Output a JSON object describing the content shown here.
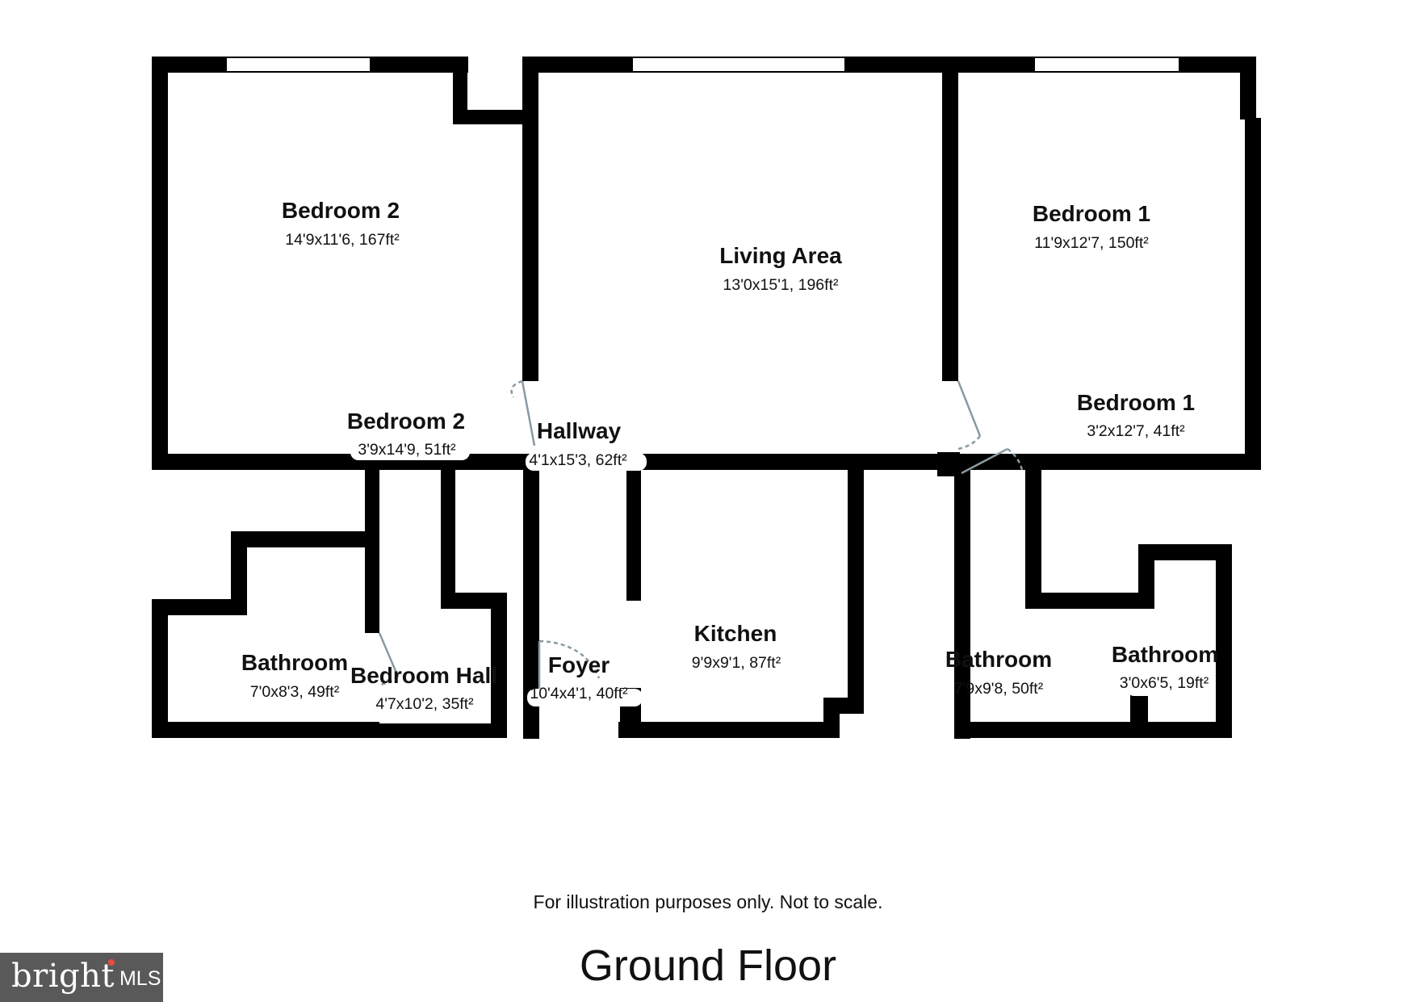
{
  "plan": {
    "rooms": [
      {
        "id": "bedroom2",
        "name": "Bedroom 2",
        "dims": "14'9x11'6, 167ft²"
      },
      {
        "id": "living",
        "name": "Living Area",
        "dims": "13'0x15'1, 196ft²"
      },
      {
        "id": "bedroom1",
        "name": "Bedroom 1",
        "dims": "11'9x12'7, 150ft²"
      },
      {
        "id": "bedroom2-closet",
        "name": "Bedroom 2",
        "dims": "3'9x14'9, 51ft²"
      },
      {
        "id": "hallway",
        "name": "Hallway",
        "dims": "4'1x15'3, 62ft²"
      },
      {
        "id": "bedroom1-closet",
        "name": "Bedroom 1",
        "dims": "3'2x12'7, 41ft²"
      },
      {
        "id": "bathroom-left",
        "name": "Bathroom",
        "dims": "7'0x8'3, 49ft²"
      },
      {
        "id": "bedroom-hall",
        "name": "Bedroom Hall",
        "dims": "4'7x10'2, 35ft²"
      },
      {
        "id": "foyer",
        "name": "Foyer",
        "dims": "10'4x4'1, 40ft²"
      },
      {
        "id": "kitchen",
        "name": "Kitchen",
        "dims": "9'9x9'1, 87ft²"
      },
      {
        "id": "bathroom-right",
        "name": "Bathroom",
        "dims": "7'9x9'8, 50ft²"
      },
      {
        "id": "bathroom-small",
        "name": "Bathroom",
        "dims": "3'0x6'5, 19ft²"
      }
    ],
    "wall_color": "#000000",
    "door_color": "#8a9aa3"
  },
  "footer": {
    "note": "For illustration purposes only. Not to scale.",
    "floor_title": "Ground Floor"
  },
  "logo": {
    "word": "bright",
    "suffix": "MLS",
    "background": "#595959"
  }
}
